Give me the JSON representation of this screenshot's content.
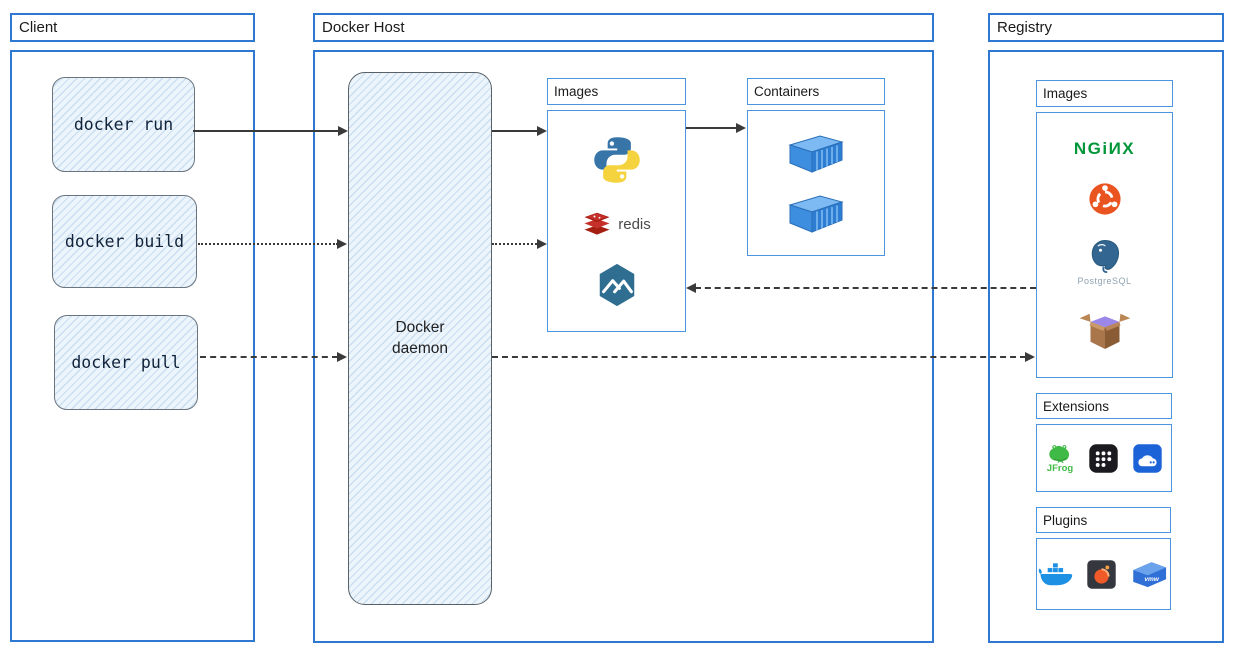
{
  "colors": {
    "outer_border": "#2e78d2",
    "inner_border": "#4b94de",
    "arrow": "#3a3a3a",
    "command_fill": "#edf5fc",
    "nginx_green": "#009639",
    "ubuntu_orange": "#e95420",
    "redis_red": "#c6302b",
    "alpine_teal": "#2f6e91",
    "container_blue": "#3e8ee0"
  },
  "client": {
    "title": "Client",
    "commands": [
      {
        "label": "docker run",
        "flow_style": "solid"
      },
      {
        "label": "docker build",
        "flow_style": "dotted"
      },
      {
        "label": "docker pull",
        "flow_style": "dashed"
      }
    ]
  },
  "docker_host": {
    "title": "Docker Host",
    "daemon_label": "Docker daemon",
    "images": {
      "title": "Images",
      "items": [
        {
          "icon": "python-icon"
        },
        {
          "icon": "redis-icon",
          "label": "redis"
        },
        {
          "icon": "alpine-icon"
        }
      ]
    },
    "containers": {
      "title": "Containers",
      "container_count": 2
    }
  },
  "registry": {
    "title": "Registry",
    "images": {
      "title": "Images",
      "items": [
        {
          "icon": "nginx-logo",
          "label": "NGiИX"
        },
        {
          "icon": "ubuntu-icon"
        },
        {
          "icon": "postgresql-icon",
          "label": "PostgreSQL"
        },
        {
          "icon": "busybox-icon"
        }
      ]
    },
    "extensions": {
      "title": "Extensions",
      "items": [
        {
          "icon": "jfrog-icon",
          "label": "JFrog"
        },
        {
          "icon": "dots-grid-icon"
        },
        {
          "icon": "drive-icon"
        }
      ]
    },
    "plugins": {
      "title": "Plugins",
      "items": [
        {
          "icon": "docker-whale-icon"
        },
        {
          "icon": "grafana-icon"
        },
        {
          "icon": "vmware-icon",
          "label": "vmw"
        }
      ]
    }
  },
  "flows": [
    {
      "from": "docker run",
      "to": "Docker daemon",
      "style": "solid"
    },
    {
      "from": "Docker daemon",
      "to": "Host Images",
      "style": "solid"
    },
    {
      "from": "Host Images",
      "to": "Containers",
      "style": "solid"
    },
    {
      "from": "docker build",
      "to": "Docker daemon",
      "style": "dotted"
    },
    {
      "from": "Docker daemon",
      "to": "Host Images",
      "style": "dotted"
    },
    {
      "from": "docker pull",
      "to": "Docker daemon",
      "style": "dashed"
    },
    {
      "from": "Docker daemon",
      "to": "Registry Images",
      "style": "dashed"
    },
    {
      "from": "Registry Images",
      "to": "Host Images",
      "style": "dashed"
    }
  ]
}
